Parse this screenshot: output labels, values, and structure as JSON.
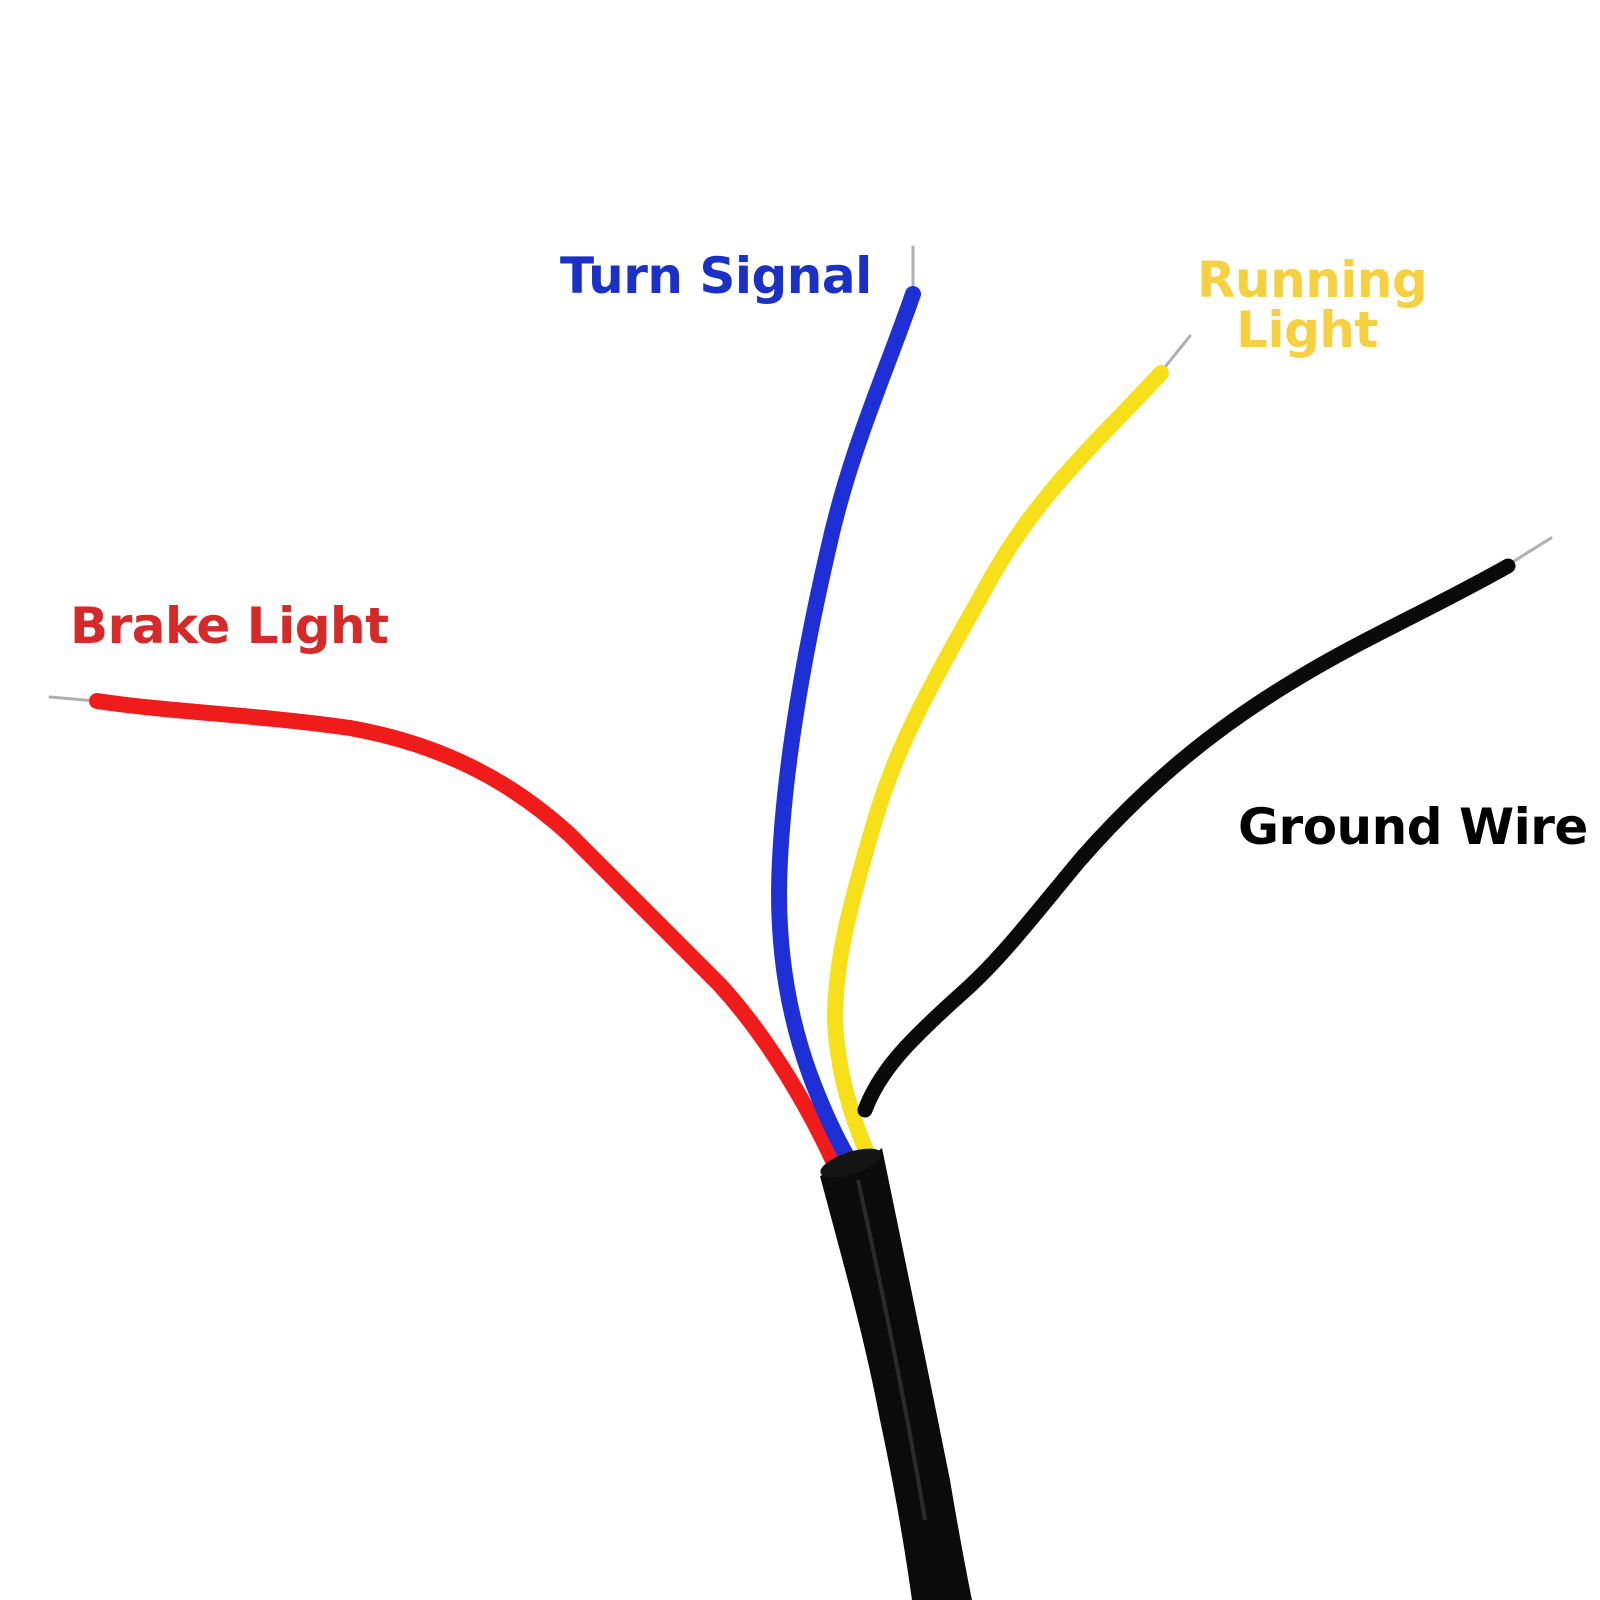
{
  "labels": {
    "turn_signal": "Turn Signal",
    "running_light_line1": "Running",
    "running_light_line2": "Light",
    "brake_light": "Brake Light",
    "ground_wire": "Ground Wire"
  },
  "colors": {
    "turn_signal": "#1b30c4",
    "running_light": "#f5d142",
    "brake_light": "#d42a2a",
    "ground_wire": "#000000",
    "red_wire": "#f01c1c",
    "blue_wire": "#1e2fd6",
    "yellow_wire": "#f7e01a",
    "black_wire": "#0a0a0a",
    "copper_tip": "#b8b8b8"
  }
}
